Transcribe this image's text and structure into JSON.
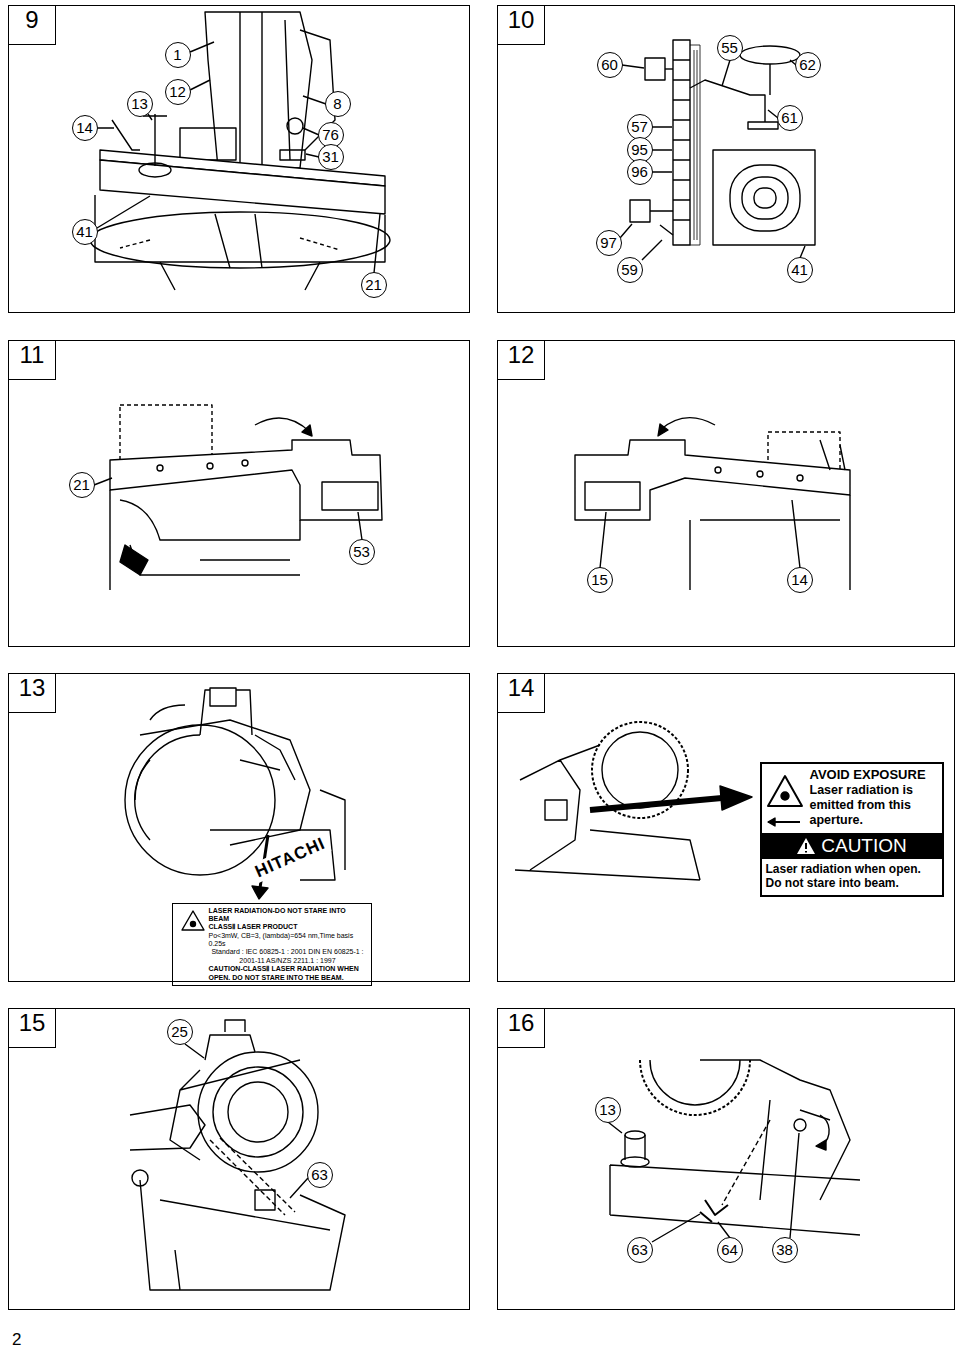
{
  "diagram": {
    "nodes": [
      {
        "text": [
          "9"
        ]
      },
      {
        "text": [
          "1"
        ],
        "in": 0
      },
      {
        "text": [
          "12"
        ],
        "in": 0
      },
      {
        "text": [
          "13"
        ],
        "in": 0
      },
      {
        "text": [
          "14"
        ],
        "in": 0
      },
      {
        "text": [
          "8"
        ],
        "in": 0
      },
      {
        "text": [
          "76"
        ],
        "in": 0
      },
      {
        "text": [
          "31"
        ],
        "in": 0
      },
      {
        "text": [
          "41"
        ],
        "in": 0
      },
      {
        "text": [
          "21"
        ],
        "in": 0
      },
      {
        "text": [
          "10"
        ]
      },
      {
        "text": [
          "60"
        ],
        "in": 10
      },
      {
        "text": [
          "55"
        ],
        "in": 10
      },
      {
        "text": [
          "62"
        ],
        "in": 10
      },
      {
        "text": [
          "57"
        ],
        "in": 10
      },
      {
        "text": [
          "95"
        ],
        "in": 10
      },
      {
        "text": [
          "96"
        ],
        "in": 10
      },
      {
        "text": [
          "61"
        ],
        "in": 10
      },
      {
        "text": [
          "97"
        ],
        "in": 10
      },
      {
        "text": [
          "59"
        ],
        "in": 10
      },
      {
        "text": [
          "41"
        ],
        "in": 10
      },
      {
        "text": [
          "11"
        ]
      },
      {
        "text": [
          "21"
        ],
        "in": 21
      },
      {
        "text": [
          "53"
        ],
        "in": 21
      },
      {
        "text": [
          "12"
        ]
      },
      {
        "text": [
          "15"
        ],
        "in": 24
      },
      {
        "text": [
          "14"
        ],
        "in": 24
      },
      {
        "text": [
          "13"
        ]
      },
      {
        "text": [
          "LASER RADIATION-DO NOT STARE INTO BEAM",
          "CLASSⅡ LASER PRODUCT",
          "Po<3mW, CB=3, (lambda)=654 nm,Time basis 0.25s",
          "Standard : IEC 60825-1 : 2001 DIN EN 60825-1 : 2001-11 AS/NZS 2211.1 : 1997",
          "CAUTION-CLASSⅡ LASER RADIATION WHEN OPEN. DO NOT STARE INTO THE BEAM."
        ],
        "in": 27
      },
      {
        "text": [
          "14"
        ]
      },
      {
        "text": [
          "AVOID EXPOSURE",
          "Laser radiation is emitted from this aperture.",
          "Laser radiation when open. Do not stare into beam."
        ],
        "in": 29
      },
      {
        "text": [
          "CAUTION"
        ],
        "in": 30
      },
      {
        "text": [
          "15"
        ]
      },
      {
        "text": [
          "25"
        ],
        "in": 32
      },
      {
        "text": [
          "63"
        ],
        "in": 32
      },
      {
        "text": [
          "16"
        ]
      },
      {
        "text": [
          "13"
        ],
        "in": 35
      },
      {
        "text": [
          "63"
        ],
        "in": 35
      },
      {
        "text": [
          "64"
        ],
        "in": 35
      },
      {
        "text": [
          "38"
        ],
        "in": 35
      }
    ],
    "labels": [
      "HITACHI",
      "2"
    ]
  }
}
